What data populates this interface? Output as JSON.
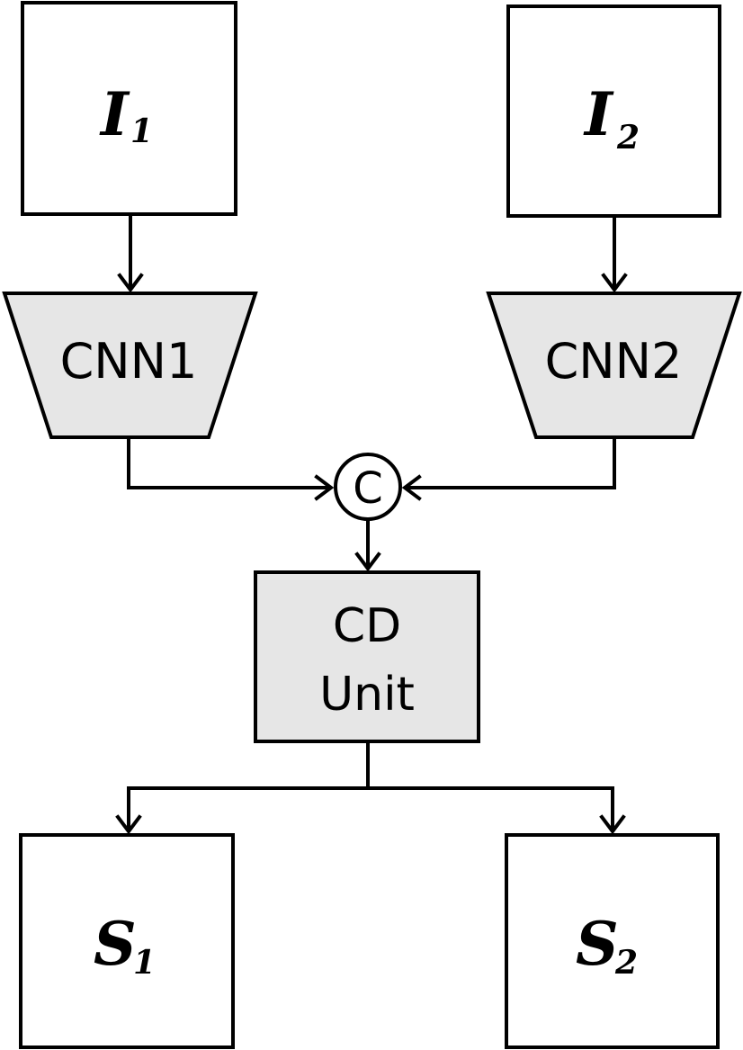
{
  "diagram": {
    "inputs": {
      "left": {
        "main": "I",
        "subscript": "1"
      },
      "right": {
        "main": "I",
        "subscript": "2"
      }
    },
    "encoders": {
      "left": "CNN1",
      "right": "CNN2"
    },
    "concat_symbol": "C",
    "cd_unit": {
      "line1": "CD",
      "line2": "Unit"
    },
    "outputs": {
      "left": {
        "main": "S",
        "subscript": "1"
      },
      "right": {
        "main": "S",
        "subscript": "2"
      }
    },
    "colors": {
      "shaded_fill": "#e6e6e6",
      "stroke": "#000000",
      "background": "#ffffff"
    }
  }
}
